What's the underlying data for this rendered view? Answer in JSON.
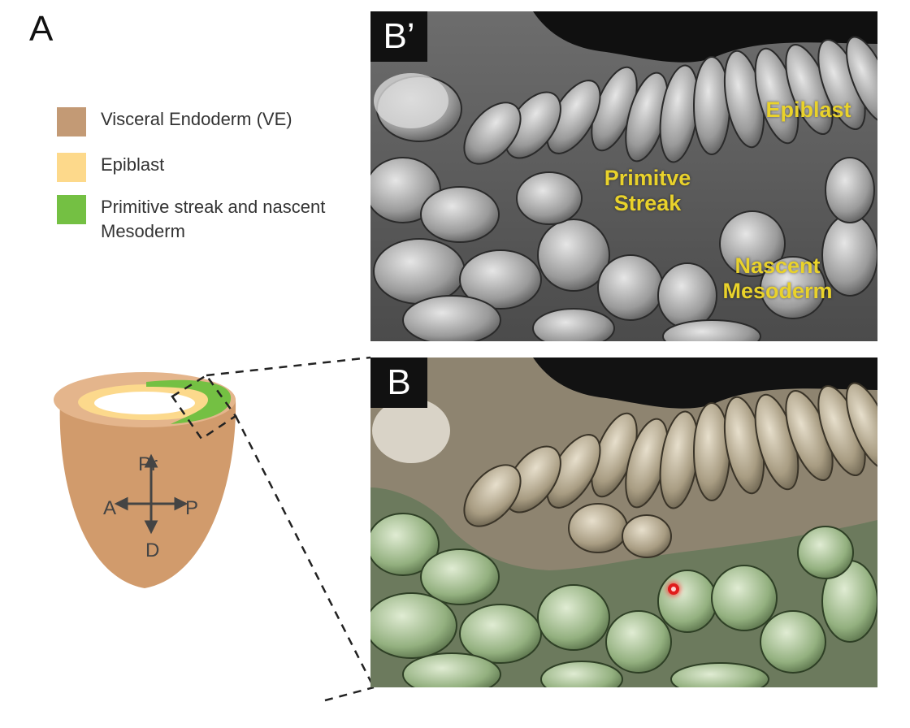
{
  "figure": {
    "panel_a_letter": "A",
    "legend": [
      {
        "label": "Visceral Endoderm (VE)",
        "color": "#c39a75"
      },
      {
        "label": "Epiblast",
        "color": "#fdd98b"
      },
      {
        "label": "Primitive streak and nascent Mesoderm",
        "color": "#74c043"
      }
    ],
    "embryo_colors": {
      "body": "#d19b6c",
      "rim": "#e4b58c",
      "epiblast": "#fcd98c",
      "streak": "#74c043",
      "cavity": "#ffffff"
    },
    "axes": {
      "proximal": "Pr",
      "distal": "D",
      "anterior": "A",
      "posterior": "P"
    }
  },
  "panel_b_prime": {
    "letter": "B’",
    "labels": {
      "epiblast": "Epiblast",
      "primitive_streak": "Primitve\nStreak",
      "nascent_mesoderm": "Nascent\nMesoderm"
    },
    "label_color": "#e9d22b"
  },
  "panel_b": {
    "letter": "B",
    "tint_top": "#b8ab90",
    "tint_bottom": "#a9c795",
    "marker_color": "#e01b1b"
  }
}
